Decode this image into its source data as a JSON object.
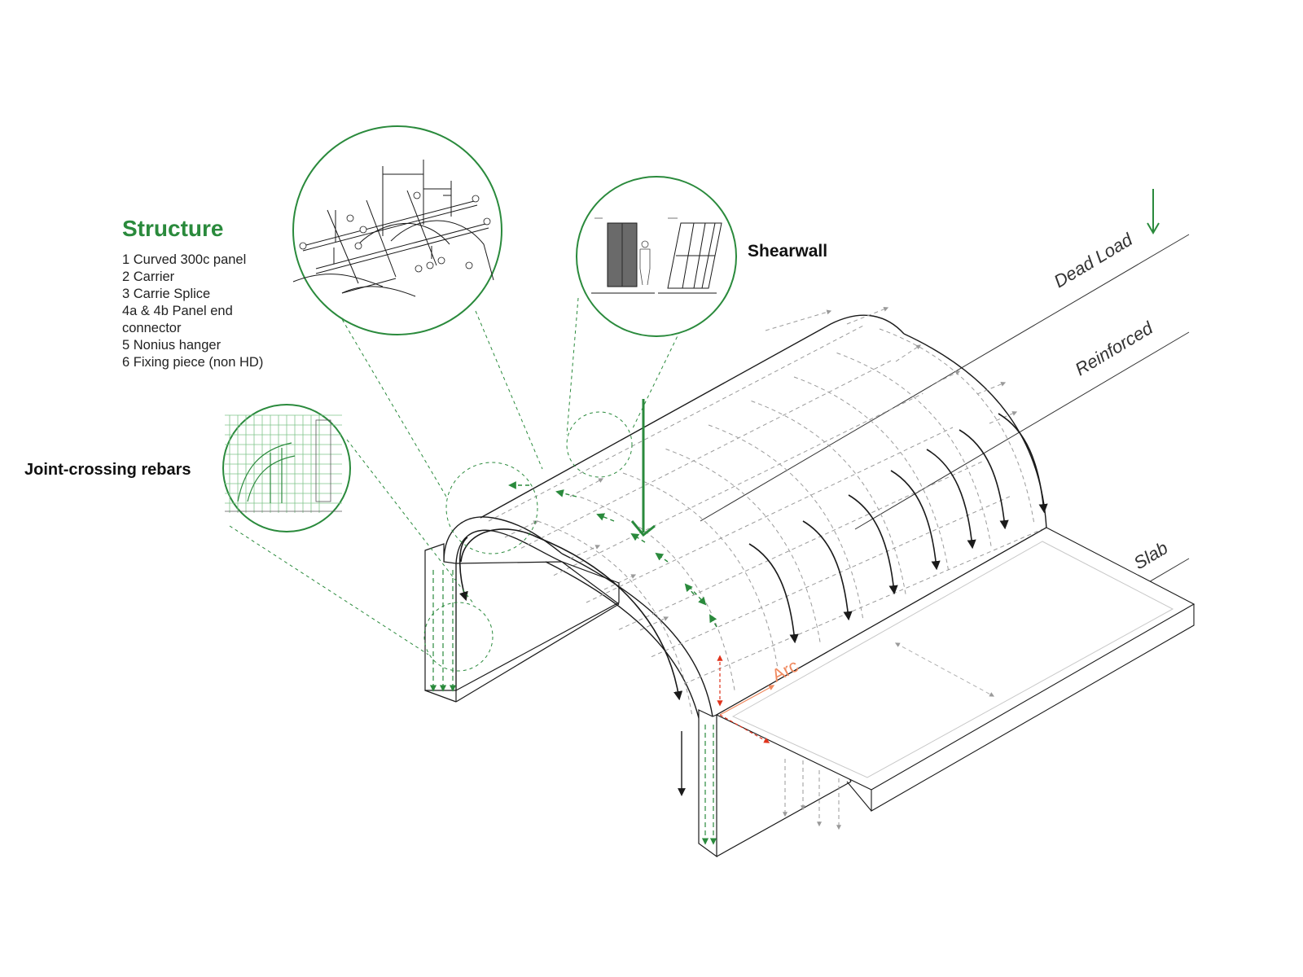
{
  "colors": {
    "accent_green": "#2a8a3c",
    "line_dark": "#1a1a1a",
    "line_grey": "#8c8c8c",
    "arc_orange": "#f08a60",
    "arc_red": "#e0331c"
  },
  "structure": {
    "title": "Structure",
    "items": [
      "1 Curved 300c panel",
      "2 Carrier",
      "3 Carrie Splice",
      "4a & 4b Panel end",
      "connector",
      "5 Nonius hanger",
      "6 Fixing piece (non HD)"
    ]
  },
  "callouts": {
    "shearwall": "Shearwall",
    "joint_rebars": "Joint-crossing rebars",
    "arc": "Arc"
  },
  "lines": {
    "dead_load": "Dead Load",
    "reinforced": "Reinforced",
    "slab": "Slab"
  }
}
